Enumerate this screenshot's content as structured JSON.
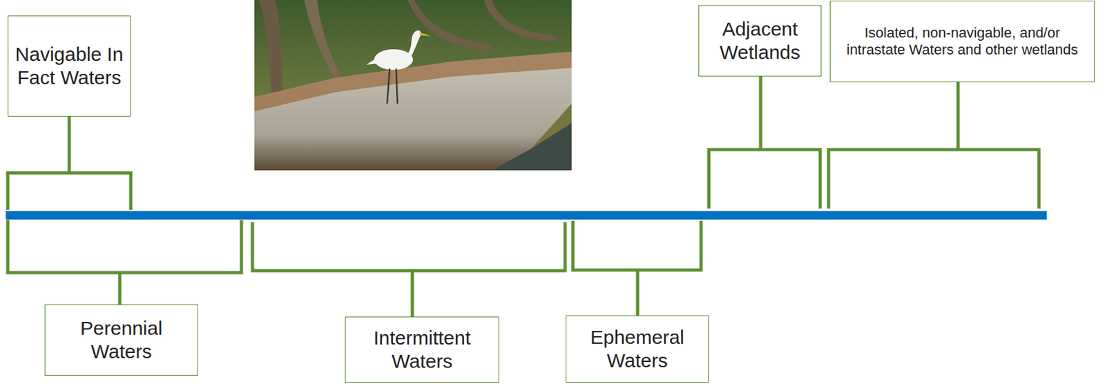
{
  "diagram": {
    "nodes": [
      {
        "text": [
          "Navigable In Fact Waters"
        ]
      },
      {
        "text": [
          "Adjacent Wetlands"
        ]
      },
      {
        "text": [
          "Isolated, non-navigable, and/or intrastate Waters and other wetlands"
        ]
      },
      {
        "text": [
          "Perennial Waters"
        ]
      },
      {
        "text": [
          "Intermittent Waters"
        ]
      },
      {
        "text": [
          "Ephemeral Waters"
        ]
      }
    ]
  }
}
